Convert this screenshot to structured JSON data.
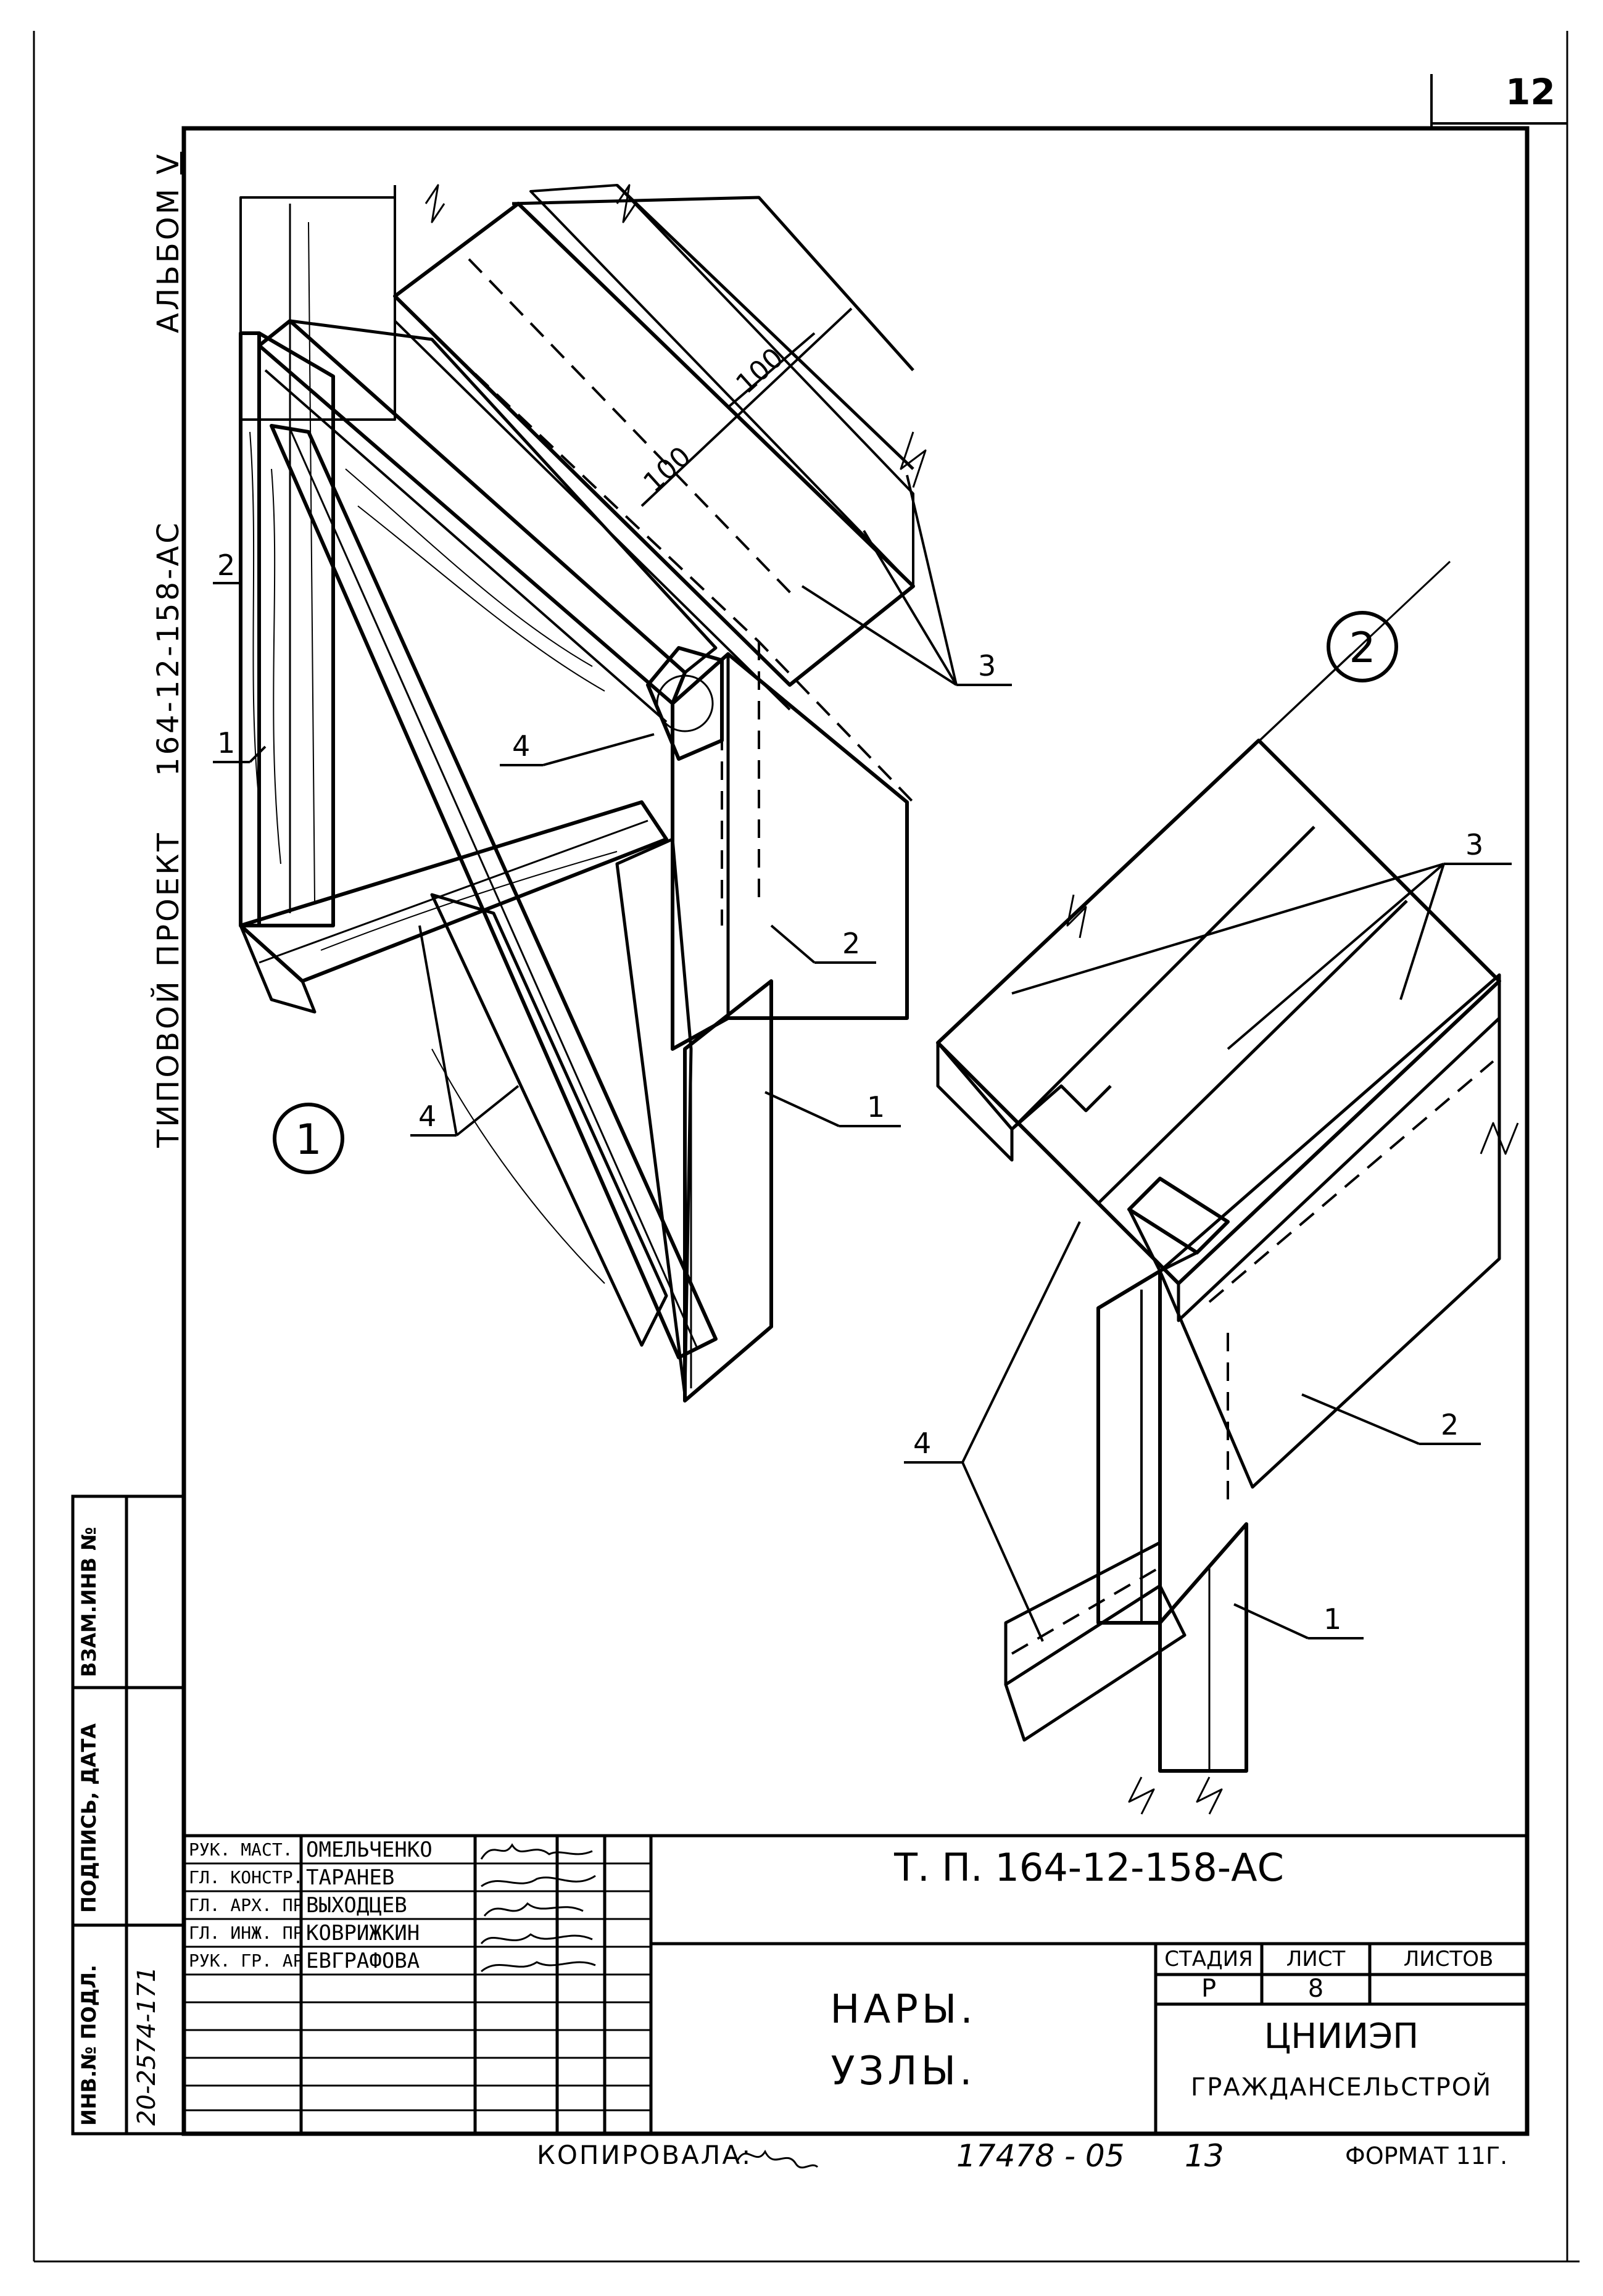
{
  "sheet": {
    "sheet_number": "12",
    "album_label": "АЛЬБОМ",
    "album_number": "V",
    "project_label": "ТИПОВОЙ ПРОЕКТ",
    "project_code": "164-12-158-АС"
  },
  "left_stamp": {
    "vzam_inv": "ВЗАМ.ИНВ №",
    "podpis_data": "ПОДПИСЬ, ДАТА",
    "inv_podl": "ИНВ.№ ПОДЛ.",
    "inv_value": "20-2574-171"
  },
  "drawing": {
    "node1_label": "1",
    "node2_label": "2",
    "dim_100_a": "100",
    "dim_100_b": "100",
    "callouts_node1": [
      "1",
      "2",
      "3",
      "4",
      "2",
      "1",
      "4"
    ],
    "callouts_node2": [
      "3",
      "2",
      "1",
      "4"
    ]
  },
  "title_block": {
    "code": "Т. П. 164-12-158-АС",
    "title_line1": "НАРЫ.",
    "title_line2": "УЗЛЫ.",
    "stage_header": "СТАДИЯ",
    "sheet_header": "ЛИСТ",
    "sheets_header": "ЛИСТОВ",
    "stage_value": "Р",
    "sheet_value": "8",
    "org_line1": "ЦНИИЭП",
    "org_line2": "ГРАЖДАНСЕЛЬСТРОЙ",
    "people": [
      {
        "role": "РУК. МАСТ.",
        "name": "ОМЕЛЬЧЕНКО"
      },
      {
        "role": "ГЛ. КОНСТР.",
        "name": "ТАРАНЕВ"
      },
      {
        "role": "ГЛ. АРХ. ПР.",
        "name": "ВЫХОДЦЕВ"
      },
      {
        "role": "ГЛ. ИНЖ. ПР.",
        "name": "КОВРИЖКИН"
      },
      {
        "role": "РУК. ГР. АРХ.",
        "name": "ЕВГРАФОВА"
      }
    ]
  },
  "footer": {
    "copied_label": "КОПИРОВАЛА:",
    "number": "17478 - 05",
    "page": "13",
    "format": "ФОРМАТ 11Г."
  }
}
